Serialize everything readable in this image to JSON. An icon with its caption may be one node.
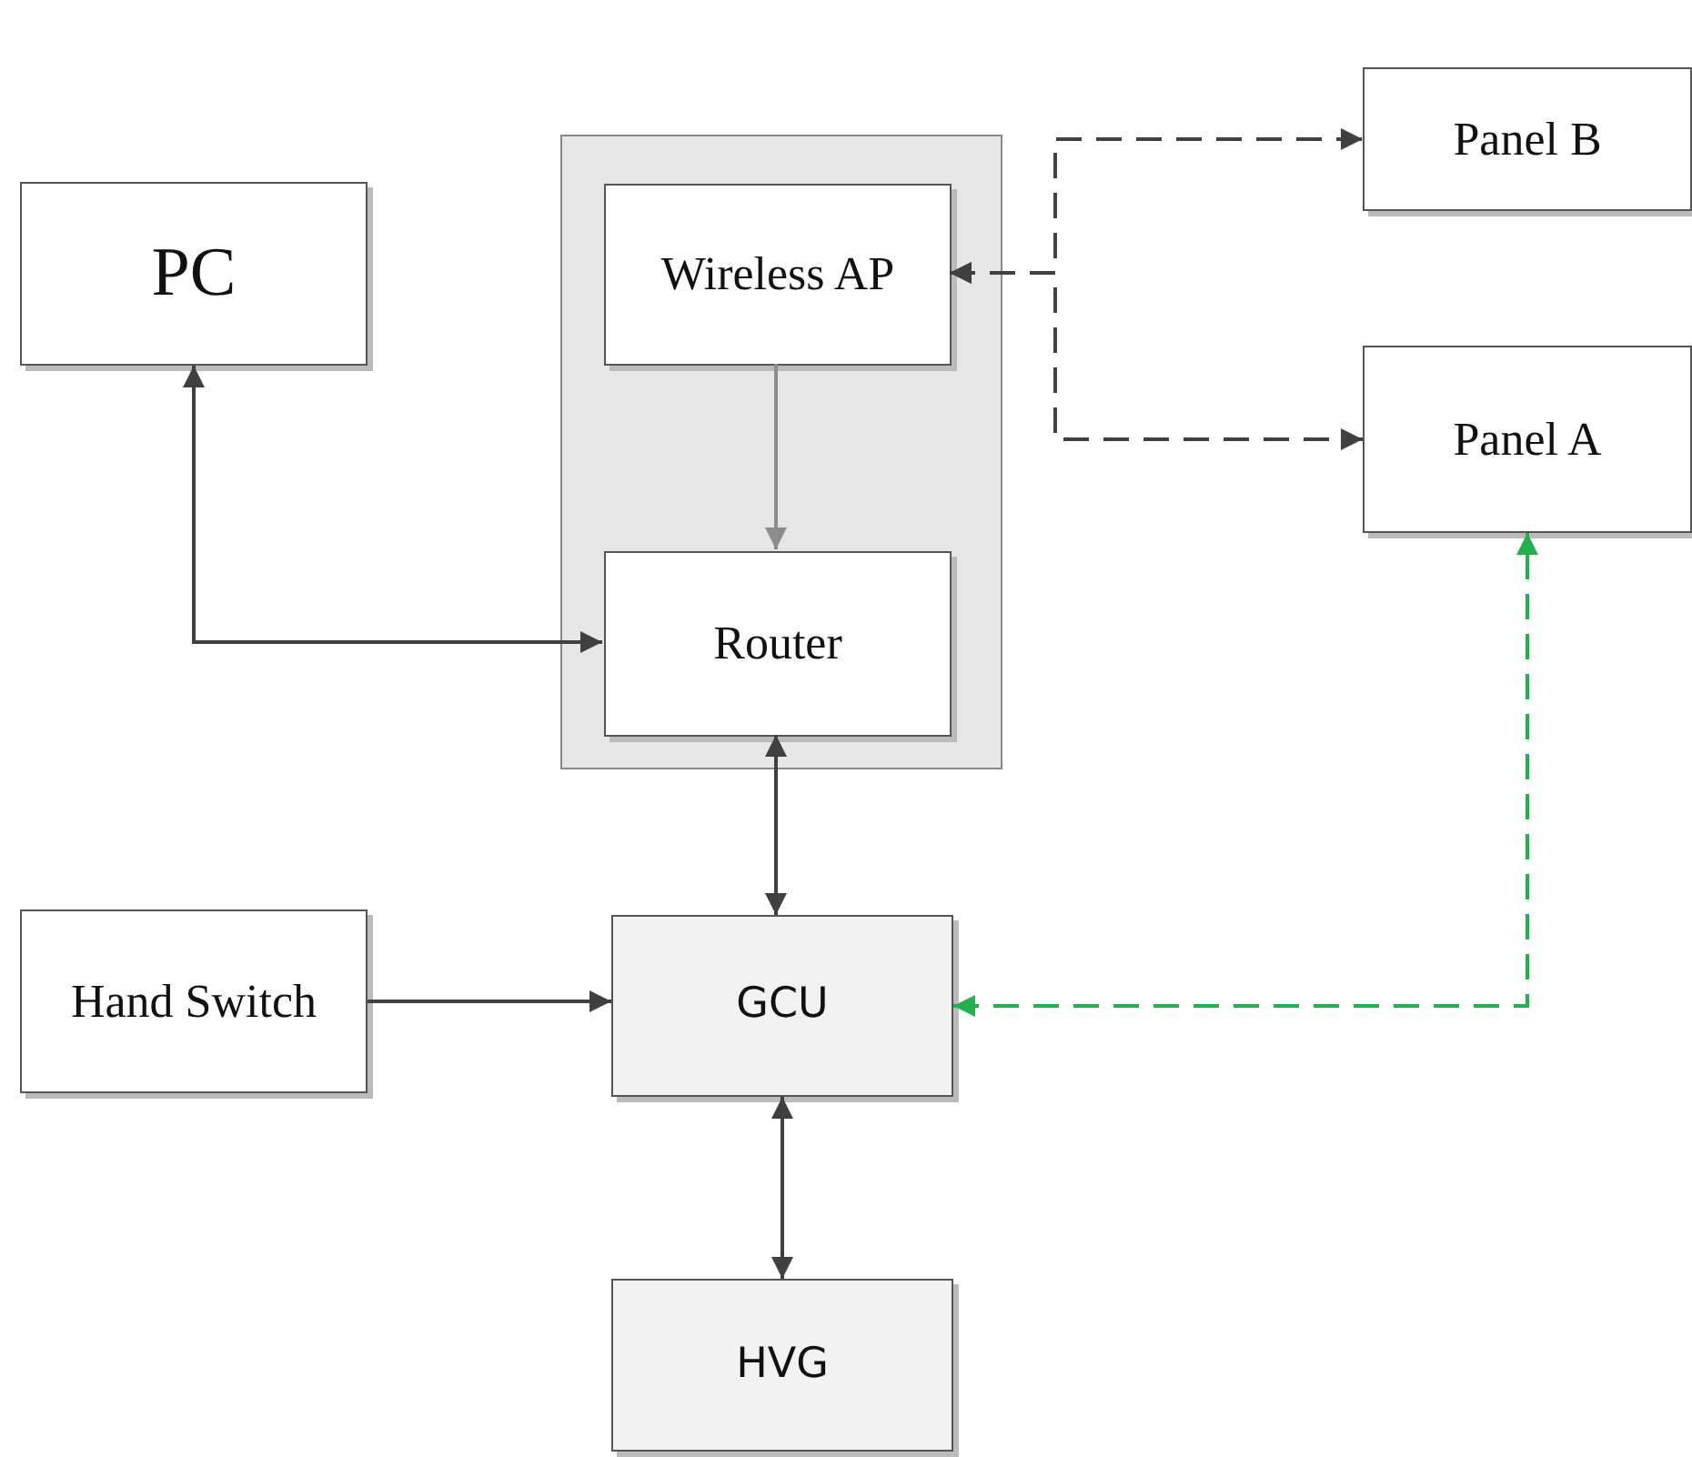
{
  "diagram": {
    "nodes": [
      {
        "text": [],
        "shape": "box"
      },
      {
        "text": [
          "Wireless AP"
        ],
        "in": 0
      },
      {
        "text": [
          "Router"
        ],
        "in": 0
      },
      {
        "text": [
          "PC"
        ]
      },
      {
        "text": [
          "Panel B"
        ]
      },
      {
        "text": [
          "Panel A"
        ]
      },
      {
        "text": [
          "Hand Switch"
        ]
      },
      {
        "text": [
          "GCU"
        ]
      },
      {
        "text": [
          "HVG"
        ]
      }
    ],
    "edges": [
      {
        "from": 1,
        "to": 2,
        "arrow": "to",
        "color": "#8c8c8c"
      },
      {
        "from": 2,
        "to": 3,
        "arrow": "both"
      },
      {
        "from": 1,
        "to": 4,
        "arrow": "both",
        "style": "dashed"
      },
      {
        "from": 1,
        "to": 5,
        "arrow": "both",
        "style": "dashed"
      },
      {
        "from": 2,
        "to": 7,
        "arrow": "both"
      },
      {
        "from": 6,
        "to": 7,
        "arrow": "to"
      },
      {
        "from": 7,
        "to": 5,
        "arrow": "both",
        "style": "dashed",
        "color": "#22b14c"
      },
      {
        "from": 7,
        "to": 8,
        "arrow": "both"
      }
    ]
  }
}
